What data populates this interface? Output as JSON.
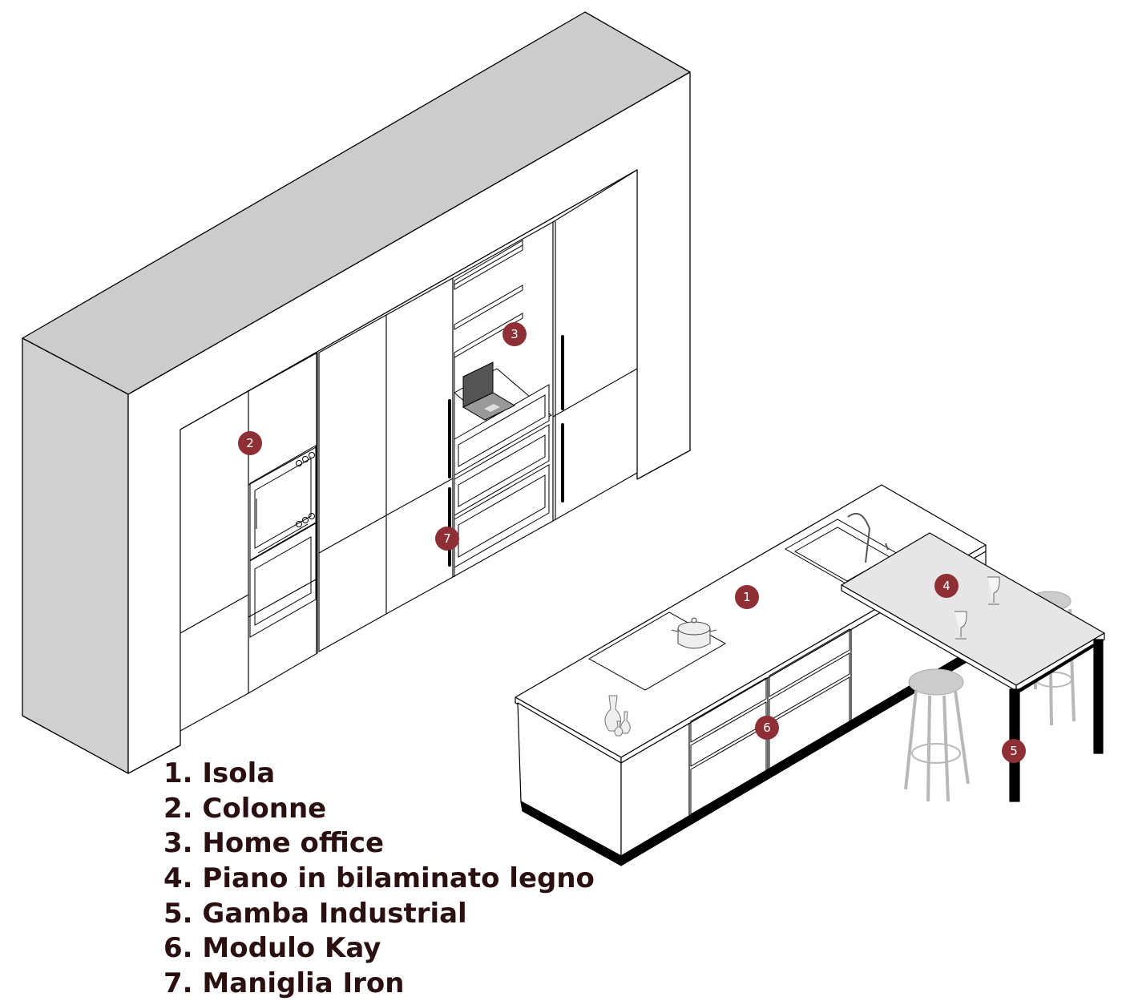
{
  "colors": {
    "marker": "#8e2f35",
    "wall_top": "#cccccc",
    "wall_side": "#d0d0d0",
    "line": "#000000",
    "legend_text": "#2a1010",
    "table_top": "#e6e6e6",
    "stool": "#b8b8b8"
  },
  "markers": [
    {
      "label": "1"
    },
    {
      "label": "2"
    },
    {
      "label": "3"
    },
    {
      "label": "4"
    },
    {
      "label": "5"
    },
    {
      "label": "6"
    },
    {
      "label": "7"
    }
  ],
  "legend": [
    "1. Isola",
    "2. Colonne",
    "3. Home office",
    "4. Piano in bilaminato legno",
    "5. Gamba Industrial",
    "6. Modulo Kay",
    "7. Maniglia Iron"
  ],
  "icons": [
    "laptop-icon",
    "pot-icon",
    "decanter-icon",
    "wine-glass-icon",
    "faucet-icon",
    "oven-icon",
    "stool-icon"
  ]
}
